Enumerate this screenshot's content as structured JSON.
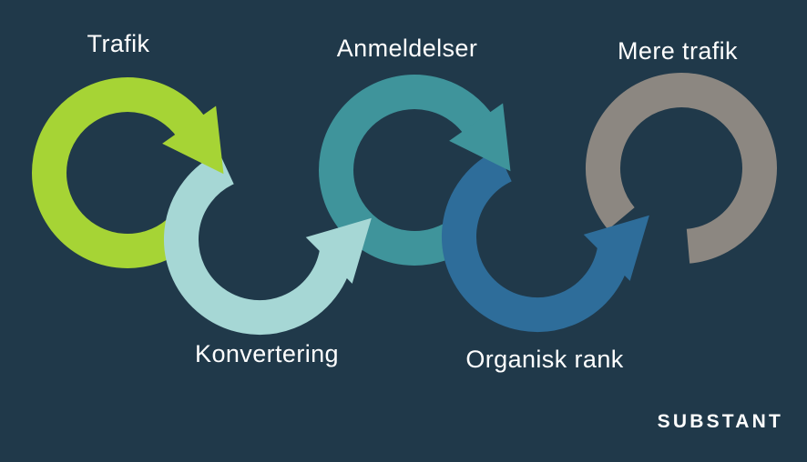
{
  "colors": {
    "background": "#20394a",
    "text": "#ffffff"
  },
  "stages": [
    {
      "label": "Trafik",
      "color": "#a6d435"
    },
    {
      "label": "Konvertering",
      "color": "#a6d7d5"
    },
    {
      "label": "Anmeldelser",
      "color": "#3f949b"
    },
    {
      "label": "Organisk rank",
      "color": "#2e6d9a"
    },
    {
      "label": "Mere trafik",
      "color": "#8c8781"
    }
  ],
  "logo": {
    "text": "SUBSTANT"
  }
}
